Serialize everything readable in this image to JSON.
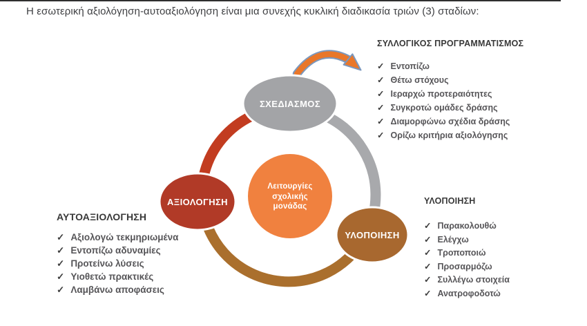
{
  "page": {
    "title": "Η εσωτερική αξιολόγηση-αυτοαξιολόγηση είναι μια συνεχής κυκλική διαδικασία τριών (3) σταδίων:"
  },
  "icons": {
    "check": "✓"
  },
  "diagram": {
    "nodes": [
      {
        "id": "planning",
        "label": "ΣΧΕΔΙΑΣΜΟΣ",
        "color": "#a3a4a7"
      },
      {
        "id": "evaluation",
        "label": "ΑΞΙΟΛΟΓΗΣΗ",
        "color": "#b13a27"
      },
      {
        "id": "implementation",
        "label": "ΥΛΟΠΟΙΗΣΗ",
        "color": "#a8682f"
      }
    ],
    "center": {
      "line1": "Λειτουργίες",
      "line2": "σχολικής",
      "line3": "μονάδας",
      "color": "#f0813f"
    },
    "ring": {
      "evaluation_to_planning_color": "#c23c20",
      "planning_to_implementation_color": "#a8a9ac",
      "implementation_to_evaluation_color": "#aa6f2d"
    },
    "arrow": {
      "fill": "#e9772a",
      "outline": "#7b98be"
    }
  },
  "lists": {
    "collective_planning": {
      "title": "ΣΥΛΛΟΓΙΚΟΣ ΠΡΟΓΡΑΜΜΑΤΙΣΜΟΣ",
      "items": [
        "Εντοπίζω",
        "Θέτω στόχους",
        "Ιεραρχώ προτεραιότητες",
        "Συγκροτώ ομάδες δράσης",
        "Διαμορφώνω σχέδια δράσης",
        "Ορίζω κριτήρια αξιολόγησης"
      ]
    },
    "implementation": {
      "title": "ΥΛΟΠΟΙΗΣΗ",
      "items": [
        "Παρακολουθώ",
        "Ελέγχω",
        "Τροποποιώ",
        "Προσαρμόζω",
        "Συλλέγω στοιχεία",
        "Ανατροφοδοτώ"
      ]
    },
    "self_evaluation": {
      "title": "ΑΥΤΟΑΞΙΟΛΟΓΗΣΗ",
      "items": [
        "Αξιολογώ τεκμηριωμένα",
        "Εντοπίζω αδυναμίες",
        "Προτείνω λύσεις",
        "Υιοθετώ πρακτικές",
        "Λαμβάνω αποφάσεις"
      ]
    }
  }
}
